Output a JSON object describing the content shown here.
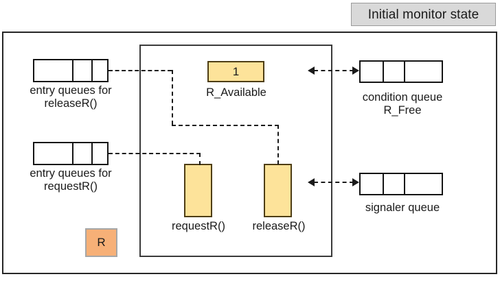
{
  "title_badge": {
    "label": "Initial monitor state"
  },
  "diagram": {
    "kind": "monitor-state-diagram",
    "entry_queues": [
      {
        "name": "entry-queue-releaseR",
        "caption": "entry queues for\nreleaseR()",
        "cells": 3,
        "filled": 0
      },
      {
        "name": "entry-queue-requestR",
        "caption": "entry queues for\nrequestR()",
        "cells": 3,
        "filled": 0
      }
    ],
    "variables": [
      {
        "name": "R_Available",
        "value": "1",
        "caption": "R_Available"
      }
    ],
    "procedures": [
      {
        "name": "requestR",
        "caption": "requestR()"
      },
      {
        "name": "releaseR",
        "caption": "releaseR()"
      }
    ],
    "condition_queue": {
      "caption": "condition queue\nR_Free",
      "cells": 3,
      "filled": 0
    },
    "signaler_queue": {
      "caption": "signaler queue",
      "cells": 3,
      "filled": 0
    },
    "resource": {
      "label": "R"
    },
    "colors": {
      "badge_bg": "#d9d9d9",
      "variable_fill": "#fde39a",
      "procedure_fill": "#fde39a",
      "resource_fill": "#f7b077",
      "line": "#1a1a1a"
    }
  }
}
